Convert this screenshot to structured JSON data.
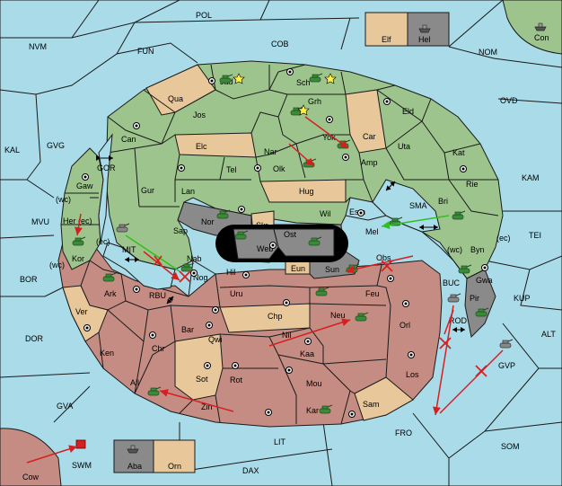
{
  "sea_labels": {
    "POL": "POL",
    "NVM": "NVM",
    "FUN": "FUN",
    "COB": "COB",
    "NOM": "NOM",
    "OVD": "OVD",
    "KAL": "KAL",
    "GVG": "GVG",
    "GOR": "GOR",
    "MVU": "MVU",
    "MIT": "MIT",
    "BOR": "BOR",
    "RBU": "RBU",
    "DOR": "DOR",
    "GVA": "GVA",
    "SMA": "SMA",
    "KAM": "KAM",
    "TEI": "TEI",
    "BUC": "BUC",
    "ROD": "ROD",
    "KUP": "KUP",
    "ALT": "ALT",
    "GVP": "GVP",
    "FRO": "FRO",
    "SOM": "SOM",
    "LIT": "LIT",
    "DAX": "DAX",
    "SWM": "SWM"
  },
  "land_labels": {
    "Jad": "Jad",
    "Sch": "Sch",
    "Qua": "Qua",
    "Jos": "Jos",
    "Grh": "Grh",
    "Eld": "Eld",
    "Can": "Can",
    "Car": "Car",
    "Elc": "Elc",
    "Nar": "Nar",
    "Yok": "Yok",
    "Uta": "Uta",
    "Kat": "Kat",
    "Tel": "Tel",
    "Olk": "Olk",
    "Amp": "Amp",
    "Gur": "Gur",
    "Lan": "Lan",
    "Hug": "Hug",
    "Rie": "Rie",
    "Gaw": "Gaw",
    "Her": "Her",
    "Kor": "Kor",
    "Bri": "Bri",
    "Nor": "Nor",
    "Skr": "Skr",
    "Wil": "Wil",
    "Esm": "Esm",
    "Sap": "Sap",
    "Ost": "Ost",
    "Web": "Web",
    "Mel": "Mel",
    "Byn": "Byn",
    "Nab": "Nab",
    "Eun": "Eun",
    "Obs": "Obs",
    "Hil": "Hil",
    "Sun": "Sun",
    "Gwa": "Gwa",
    "Pir": "Pir",
    "Ark": "Ark",
    "Nog": "Nog",
    "Uru": "Uru",
    "Feu": "Feu",
    "Ver": "Ver",
    "Chp": "Chp",
    "Neu": "Neu",
    "Orl": "Orl",
    "Bar": "Bar",
    "Qwi": "Qwi",
    "Nil": "Nil",
    "Ken": "Ken",
    "Chr": "Chr",
    "Kaa": "Kaa",
    "Sot": "Sot",
    "Rot": "Rot",
    "Mou": "Mou",
    "Los": "Los",
    "Ail": "Ail",
    "Zin": "Zin",
    "Kar": "Kar",
    "Sam": "Sam",
    "Cow": "Cow",
    "Elf": "Elf",
    "Hel": "Hel",
    "Con": "Con",
    "Aba": "Aba",
    "Orn": "Orn"
  },
  "coast_labels": {
    "wc1": "(wc)",
    "ec1": "(ec)",
    "wc2": "(wc)",
    "ec2": "(ec)",
    "wc3": "(wc)",
    "ec3": "(ec)"
  },
  "colors": {
    "sea": "#a9dbe9",
    "green_power": "#9cc48c",
    "red_power": "#c48c82",
    "neutral": "#e8c89a",
    "grey_power": "#8a8a8a",
    "order_red": "#d42020",
    "order_green": "#30c020"
  },
  "icons": {
    "unit": "tank-icon",
    "support": "star-icon",
    "supply": "supply-center-icon",
    "convoy": "double-arrow-icon",
    "cut": "cross-icon"
  }
}
